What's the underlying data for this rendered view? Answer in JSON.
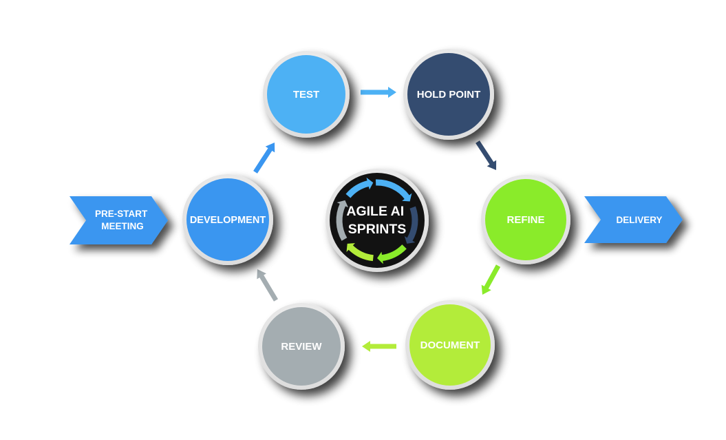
{
  "title_lines": [
    "AGILE AI",
    "SPRINTS"
  ],
  "stages": {
    "test": {
      "label": "TEST",
      "color": "#4db1f4"
    },
    "hold_point": {
      "label": "HOLD POINT",
      "color": "#344c70"
    },
    "refine": {
      "label": "REFINE",
      "color": "#8aeb2a"
    },
    "document": {
      "label": "DOCUMENT",
      "color": "#b3ec3a"
    },
    "review": {
      "label": "REVIEW",
      "color": "#a4adb1"
    },
    "development": {
      "label": "DEVELOPMENT",
      "color": "#3a96f0"
    }
  },
  "entry_banner": {
    "lines": [
      "PRE-START",
      "MEETING"
    ],
    "color": "#3a96f0"
  },
  "exit_banner": {
    "lines": [
      "DELIVERY"
    ],
    "color": "#3a96f0"
  },
  "colors": {
    "center_fill": "#121212",
    "ring_blue": "#4db1f4",
    "ring_navy": "#344c70",
    "ring_green": "#8aeb2a",
    "ring_lime": "#b3ec3a",
    "ring_grey": "#a4adb1",
    "circle_border": "#e9e9e9"
  }
}
